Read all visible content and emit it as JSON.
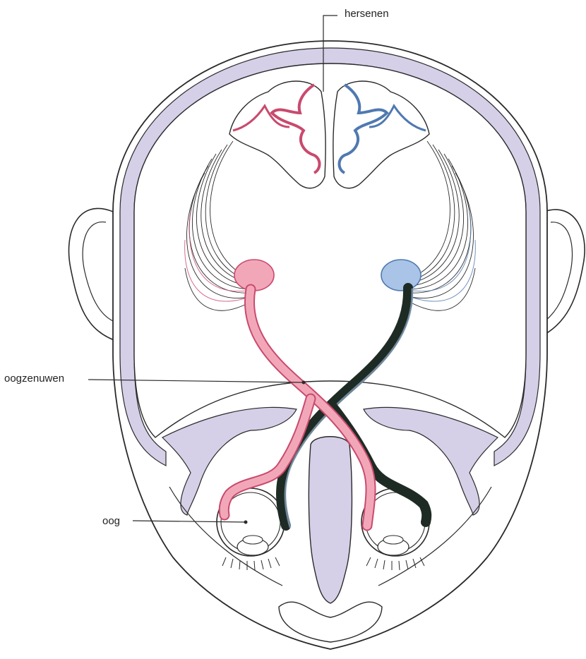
{
  "labels": {
    "brain": "hersenen",
    "optic_nerves": "oogzenuwen",
    "eye": "oog"
  },
  "colors": {
    "skull_lavender": "#d6cfe8",
    "left_pathway_pink": "#f2a7b8",
    "left_pathway_stroke": "#c94a6e",
    "right_pathway_blue": "#a9c4e6",
    "right_pathway_stroke": "#4f79b0",
    "dark_nerve": "#1e2b24",
    "outline": "#2a2a2a"
  }
}
